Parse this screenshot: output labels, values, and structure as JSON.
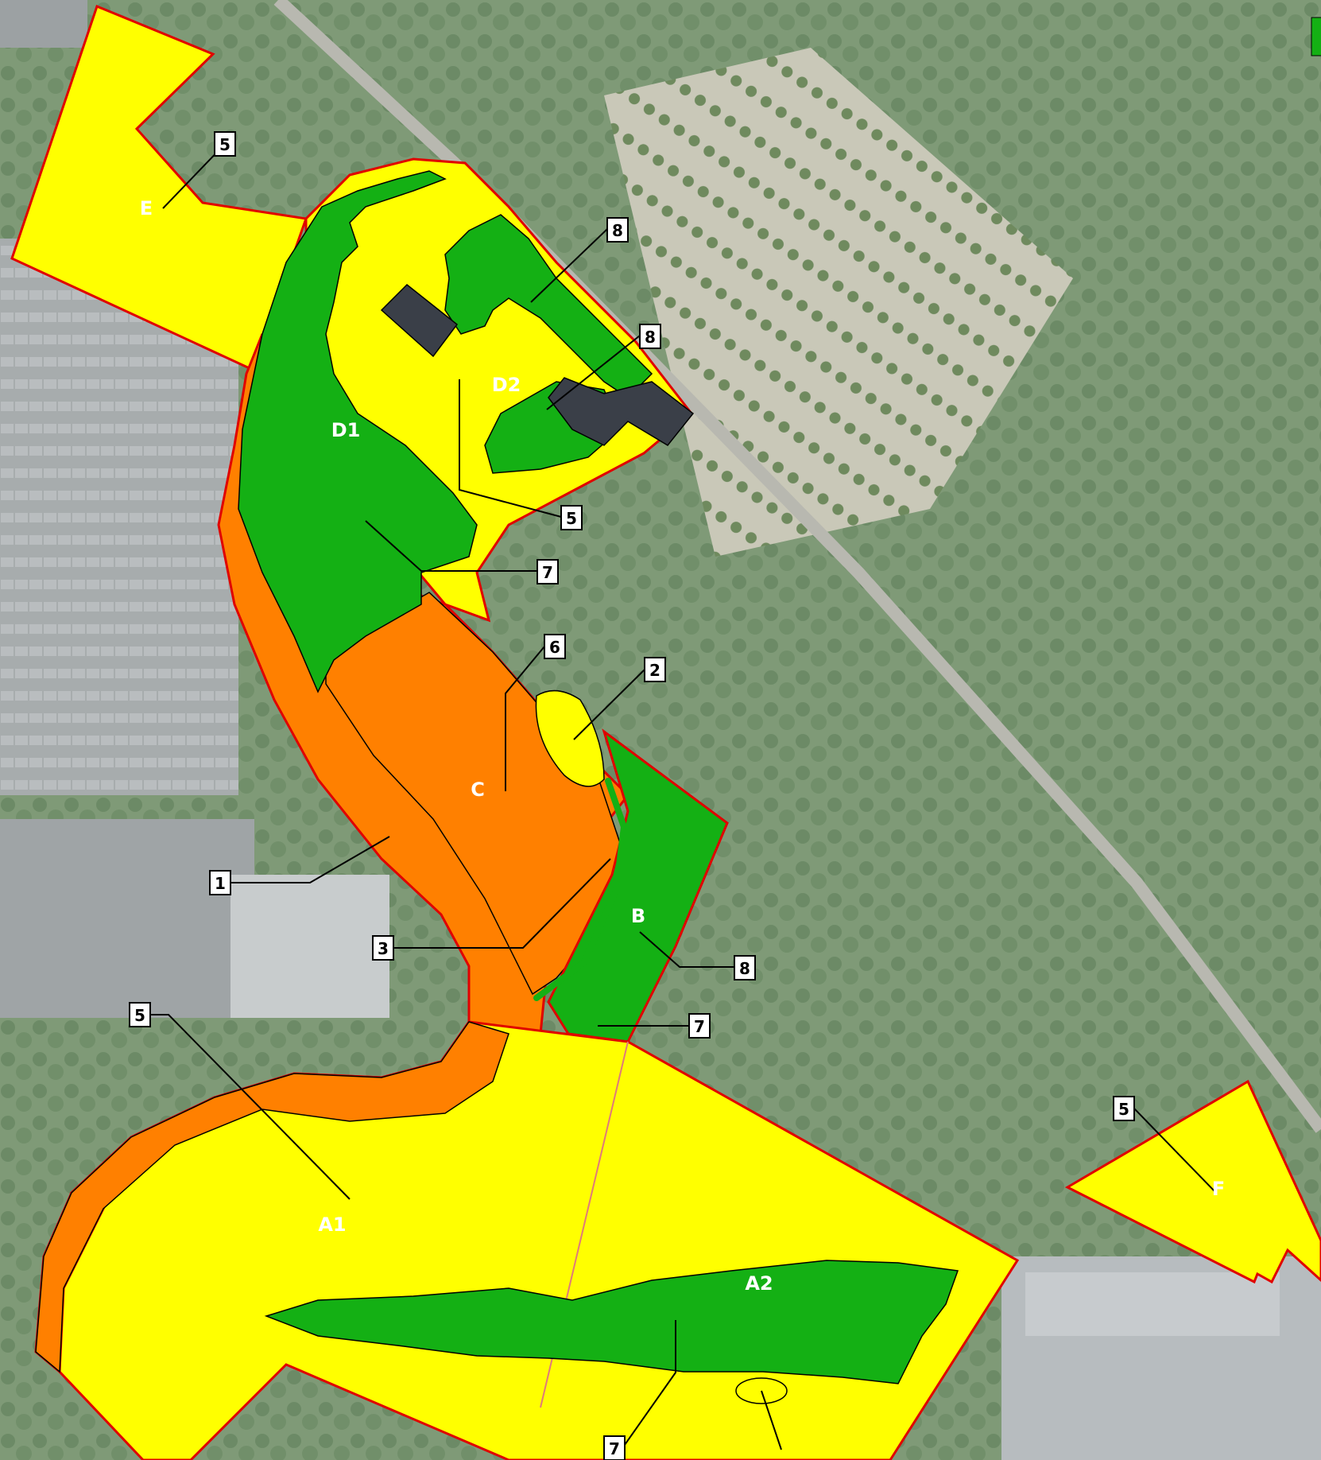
{
  "colors": {
    "yellow_zone": "#ffff00",
    "orange_zone": "#ff8000",
    "green_zone": "#14b014",
    "boundary": "#e00000",
    "building": "#3a3f48"
  },
  "zones": {
    "A1": "A1",
    "A2": "A2",
    "B": "B",
    "C": "C",
    "D1": "D1",
    "D2": "D2",
    "E": "E",
    "F": "F"
  },
  "callouts": {
    "e_5": "5",
    "d_8_top": "8",
    "d_8_mid": "8",
    "d_5": "5",
    "d_7": "7",
    "c_6": "6",
    "c_2": "2",
    "c_1": "1",
    "c_3": "3",
    "b_8": "8",
    "b_7": "7",
    "a_5": "5",
    "f_5": "5",
    "a_7_bottom": "7"
  }
}
